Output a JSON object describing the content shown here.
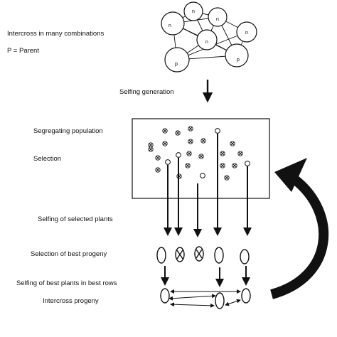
{
  "labels": {
    "intercross": "Intercross in many combinations",
    "parent_key": "P = Parent",
    "selfing_generation": "Selfing generation",
    "segregating": "Segregating population",
    "selection": "Selection",
    "selfing_selected": "Selfing of selected plants",
    "best_progeny": "Selection of best progeny",
    "selfing_best": "Selfing of best plants in best rows",
    "intercross_progeny": "Intercross progeny"
  },
  "parents": [
    {
      "label": "n"
    },
    {
      "label": "n"
    },
    {
      "label": "n"
    },
    {
      "label": "n"
    },
    {
      "label": "n"
    },
    {
      "label": "p"
    },
    {
      "label": "p"
    }
  ],
  "colors": {
    "stroke": "#111111",
    "background": "#ffffff"
  }
}
